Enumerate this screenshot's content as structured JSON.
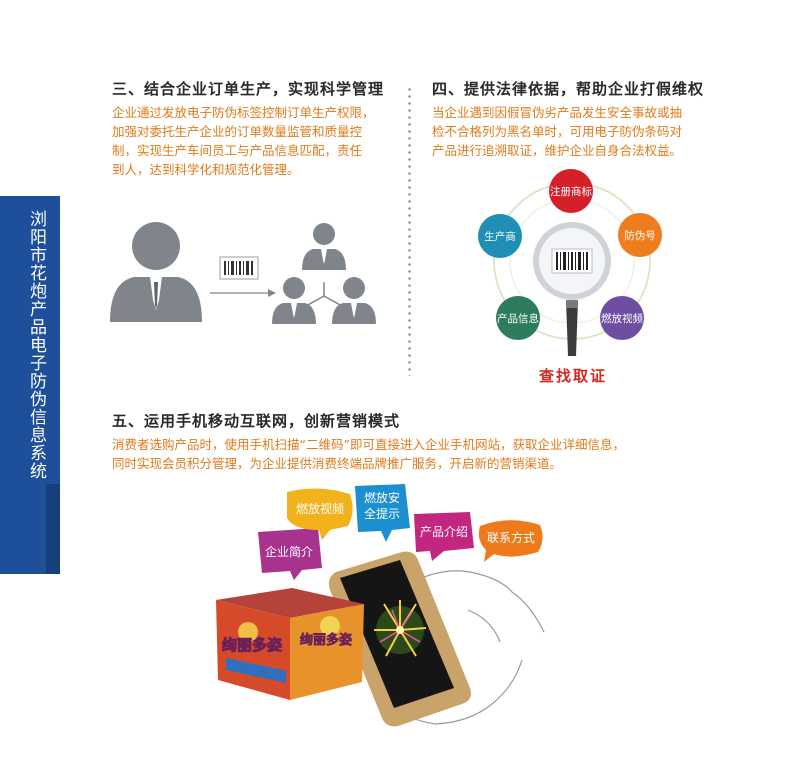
{
  "sidebar": {
    "title": "浏阳市花炮产品电子防伪信息系统",
    "color": "#1d4f9a"
  },
  "section3": {
    "heading": "三、结合企业订单生产，实现科学管理",
    "lines": [
      "企业通过发放电子防伪标签控制订单生产权限，",
      "加强对委托生产企业的订单数量监管和质量控",
      "制，实现生产车间员工与产品信息匹配，责任",
      "到人，达到科学化和规范化管理。"
    ]
  },
  "section4": {
    "heading": "四、提供法律依据，帮助企业打假维权",
    "lines": [
      "当企业遇到因假冒伪劣产品发生安全事故或抽",
      "检不合格列为黑名单时，可用电子防伪条码对",
      "产品进行追溯取证，维护企业自身合法权益。"
    ],
    "nodes": [
      {
        "label": "注册商标",
        "color": "#d4202a"
      },
      {
        "label": "防伪号",
        "color": "#ee7d1d"
      },
      {
        "label": "燃放视频",
        "color": "#6d4ea3"
      },
      {
        "label": "产品信息",
        "color": "#2e7c5e"
      },
      {
        "label": "生产商",
        "color": "#1f8fb5"
      }
    ],
    "caption": "查找取证"
  },
  "section5": {
    "heading": "五、运用手机移动互联网，创新营销模式",
    "lines": [
      "消费者选购产品时，使用手机扫描“二维码”即可直接进入企业手机网站，获取企业详细信息，",
      "同时实现会员积分管理，为企业提供消费终端品牌推广服务，开启新的营销渠道。"
    ],
    "bubbles": [
      {
        "label": "企业简介",
        "color": "#a8338e"
      },
      {
        "label": "燃放视频",
        "color": "#f2b21c"
      },
      {
        "label": "燃放安|全提示",
        "color": "#1b8fd0"
      },
      {
        "label": "产品介绍",
        "color": "#c2277f"
      },
      {
        "label": "联系方式",
        "color": "#ef7a1c"
      }
    ],
    "box_text": "绚丽多姿"
  }
}
